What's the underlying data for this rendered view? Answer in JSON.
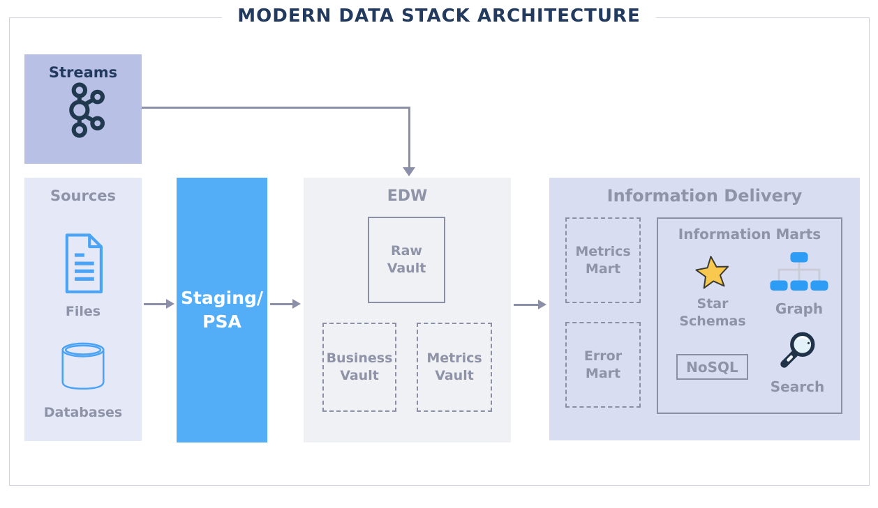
{
  "title": "MODERN DATA STACK ARCHITECTURE",
  "streams": {
    "label": "Streams",
    "icon": "kafka-icon"
  },
  "sources": {
    "label": "Sources",
    "items": [
      {
        "label": "Files",
        "icon": "file-document-icon"
      },
      {
        "label": "Databases",
        "icon": "database-cylinder-icon"
      }
    ]
  },
  "staging": {
    "line1": "Staging/",
    "line2": "PSA"
  },
  "edw": {
    "label": "EDW",
    "raw_vault_label": "Raw Vault",
    "business_vault_label": "Business Vault",
    "metrics_vault_label": "Metrics Vault"
  },
  "information_delivery": {
    "label": "Information Delivery",
    "metrics_mart_label": "Metrics Mart",
    "error_mart_label": "Error Mart",
    "information_marts": {
      "label": "Information Marts",
      "star_schemas_label": "Star Schemas",
      "graph_label": "Graph",
      "nosql_label": "NoSQL",
      "search_label": "Search"
    }
  },
  "colors": {
    "title_text": "#223a5e",
    "staging_blue": "#54adf7",
    "icon_blue": "#4aa3f5",
    "graph_node_blue": "#2d9cf4",
    "star_yellow": "#f9c84f",
    "muted_label_gray": "#8f93a8",
    "box_border_gray": "#8b8fa6",
    "arrow_gray": "#8b8fa8",
    "streams_bg": "#b9c0e6",
    "sources_bg": "#e5e8f7",
    "edw_bg": "#f0f1f4",
    "delivery_bg": "#d9ddf1"
  }
}
